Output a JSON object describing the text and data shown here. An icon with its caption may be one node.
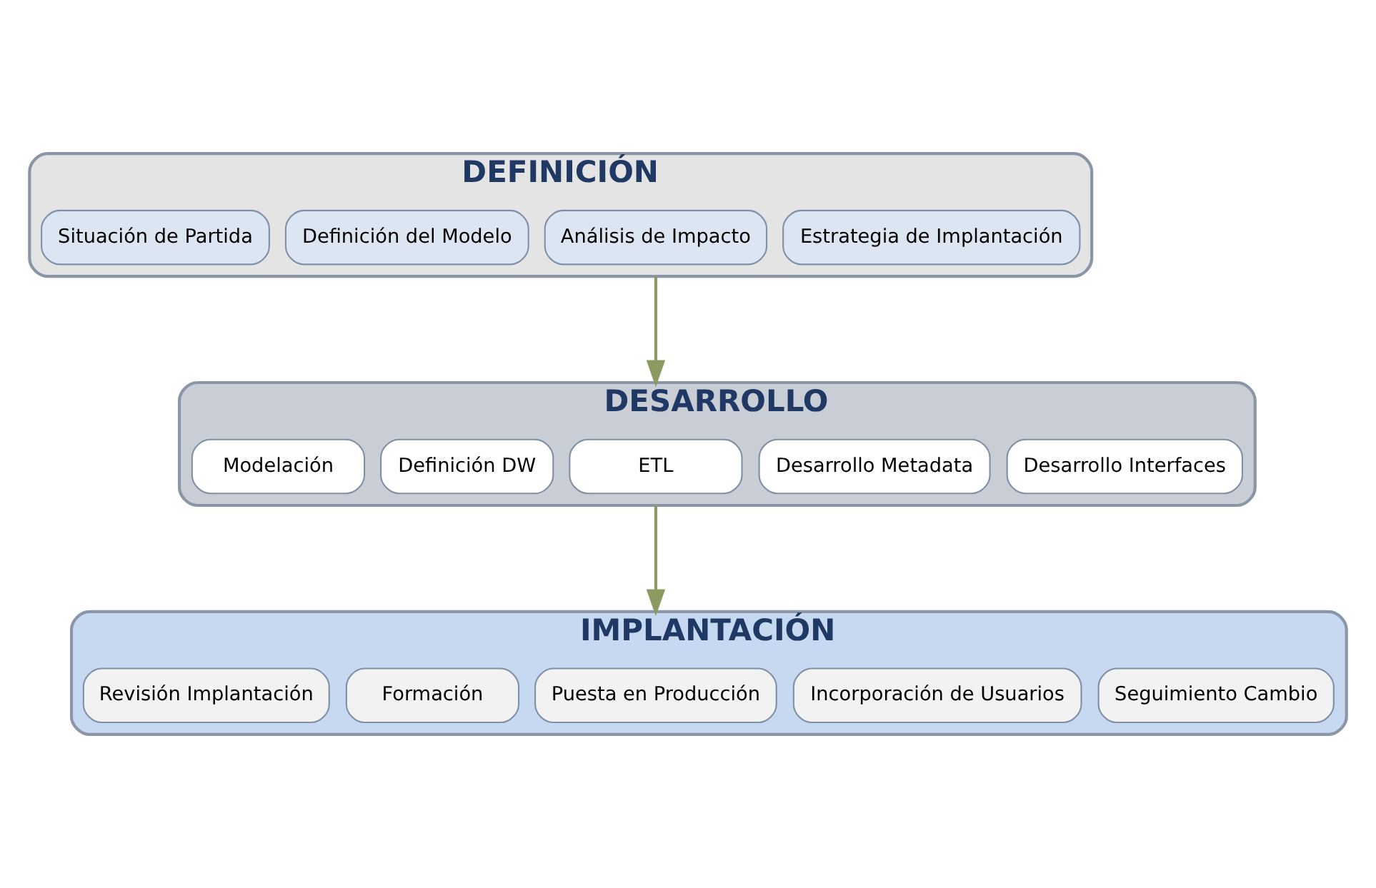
{
  "diagram": {
    "nodes": [
      {
        "text": [
          "DEFINICIÓN"
        ]
      },
      {
        "text": [
          "Situación de Partida"
        ],
        "in": 0
      },
      {
        "text": [
          "Definición del Modelo"
        ],
        "in": 0
      },
      {
        "text": [
          "Análisis de Impacto"
        ],
        "in": 0
      },
      {
        "text": [
          "Estrategia de Implantación"
        ],
        "in": 0
      },
      {
        "text": [
          "DESARROLLO"
        ]
      },
      {
        "text": [
          "Modelación"
        ],
        "in": 5
      },
      {
        "text": [
          "Definición DW"
        ],
        "in": 5
      },
      {
        "text": [
          "ETL"
        ],
        "in": 5
      },
      {
        "text": [
          "Desarrollo Metadata"
        ],
        "in": 5
      },
      {
        "text": [
          "Desarrollo Interfaces"
        ],
        "in": 5
      },
      {
        "text": [
          "IMPLANTACIÓN"
        ]
      },
      {
        "text": [
          "Revisión Implantación"
        ],
        "in": 11
      },
      {
        "text": [
          "Formación"
        ],
        "in": 11
      },
      {
        "text": [
          "Puesta en Producción"
        ],
        "in": 11
      },
      {
        "text": [
          "Incorporación de Usuarios"
        ],
        "in": 11
      },
      {
        "text": [
          "Seguimiento Cambio"
        ],
        "in": 11
      }
    ],
    "edges": [
      {
        "from": 0,
        "to": 5,
        "arrow": "to"
      },
      {
        "from": 5,
        "to": 11,
        "arrow": "to"
      }
    ]
  }
}
